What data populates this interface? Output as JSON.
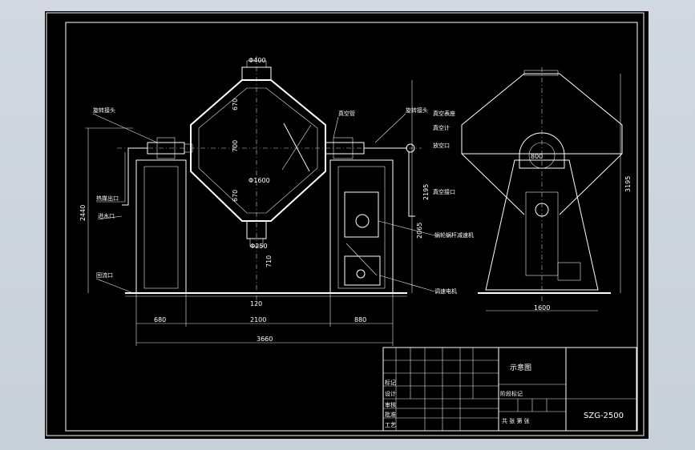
{
  "front_view": {
    "labels": [
      "旋转接头",
      "热媒出口",
      "进水口",
      "回流口",
      "真空管",
      "旋转接头",
      "真空表座",
      "真空计",
      "放空口",
      "真空接口",
      "蜗轮蜗杆减速机",
      "调速电机"
    ],
    "dimensions": [
      "Φ400",
      "670",
      "700",
      "670",
      "Φ1600",
      "Φ250",
      "710",
      "120",
      "2440",
      "2195",
      "2065",
      "680",
      "2100",
      "880",
      "3660"
    ]
  },
  "side_view": {
    "dimensions": [
      "1600",
      "800",
      "3195"
    ]
  },
  "title_block": {
    "drawing_title": "示意图",
    "model": "SZG-2500",
    "labels": [
      "标记",
      "设计",
      "审核",
      "批准",
      "工艺",
      "阶段标记",
      "共 张 第 张"
    ]
  },
  "colors": {
    "background": "#000000",
    "lines": "#ffffff",
    "window": "#c7cfd9"
  }
}
